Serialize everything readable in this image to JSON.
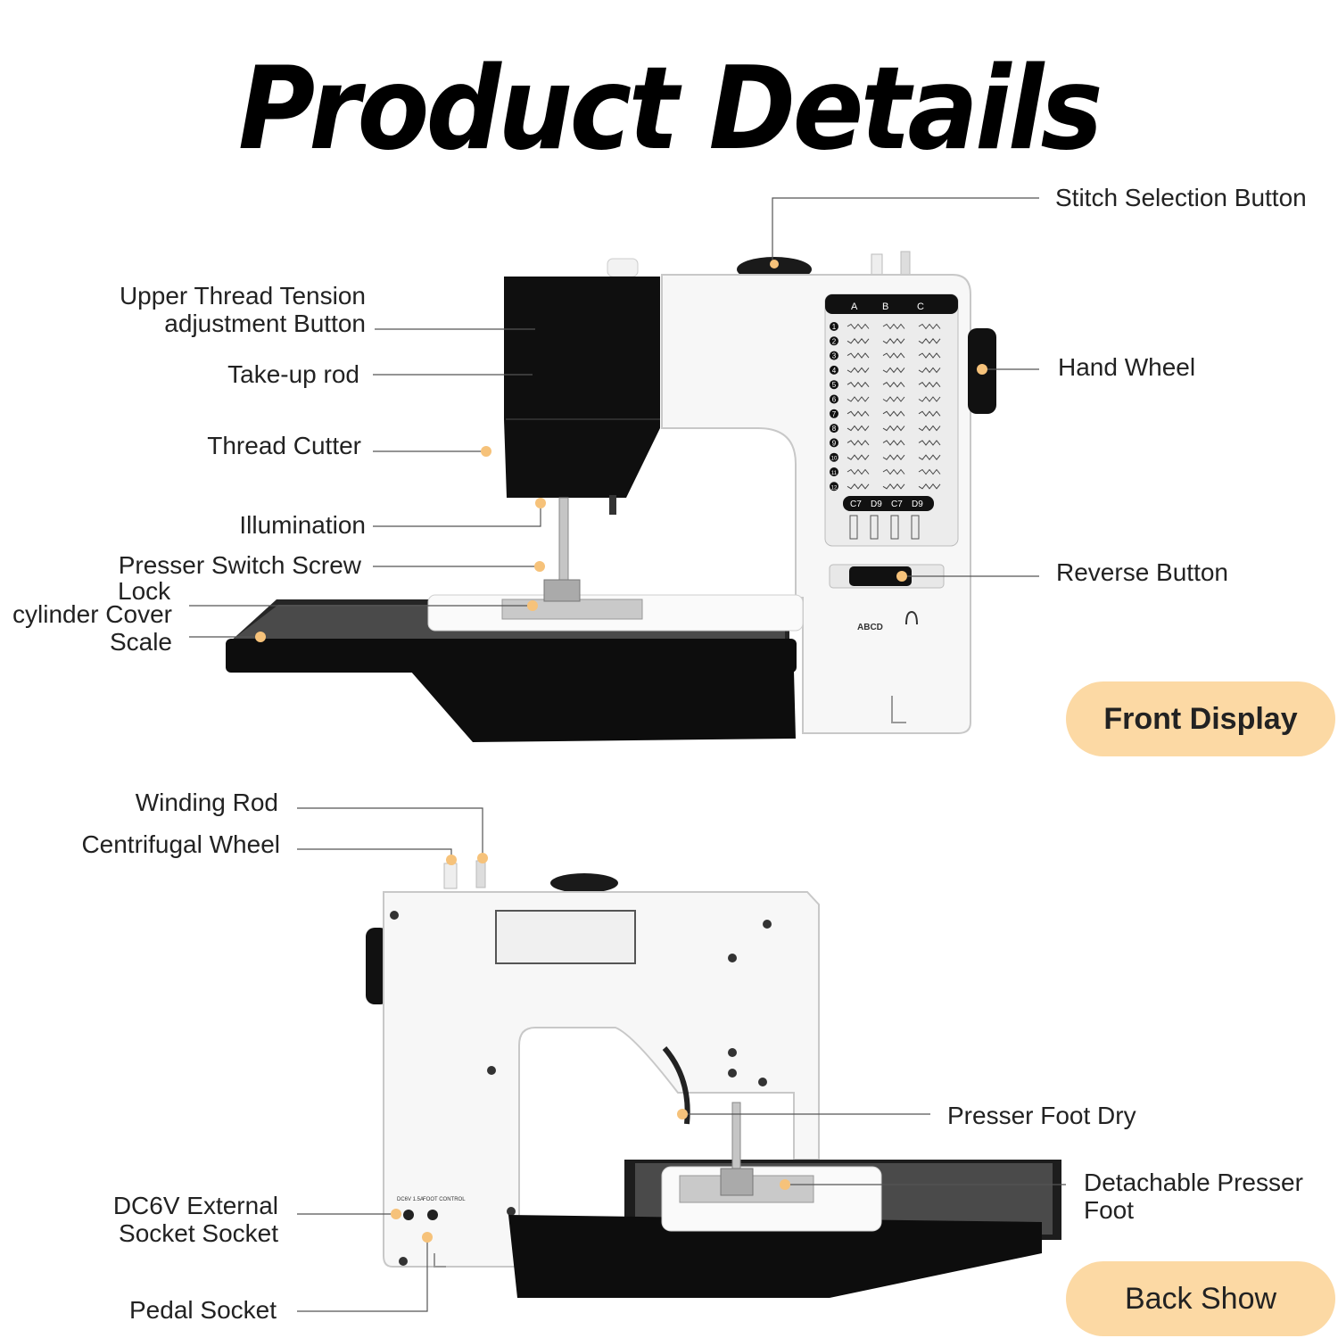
{
  "title": "Product Details",
  "front_labels": {
    "stitch_selection": "Stitch Selection Button",
    "upper_thread_1": "Upper Thread Tension",
    "upper_thread_2": "adjustment Button",
    "take_up_rod": "Take-up rod",
    "hand_wheel": "Hand Wheel",
    "thread_cutter": "Thread Cutter",
    "illumination": "Illumination",
    "presser_switch_screw": "Presser Switch Screw",
    "lock": "Lock",
    "cylinder_cover": "cylinder Cover",
    "scale": "Scale",
    "reverse_button": "Reverse Button"
  },
  "back_labels": {
    "winding_rod": "Winding Rod",
    "centrifugal_wheel": "Centrifugal Wheel",
    "presser_foot_dry": "Presser Foot Dry",
    "detachable_1": "Detachable Presser",
    "detachable_2": "Foot",
    "dc6v_1": "DC6V External",
    "dc6v_2": "Socket Socket",
    "pedal_socket": "Pedal Socket"
  },
  "badges": {
    "front": "Front Display",
    "back": "Back Show"
  },
  "stitch_panel": {
    "columns": [
      "A",
      "B",
      "C"
    ],
    "rows": [
      "1",
      "2",
      "3",
      "4",
      "5",
      "6",
      "7",
      "8",
      "9",
      "10",
      "11",
      "12"
    ],
    "footer": [
      "C7",
      "D9",
      "C7",
      "D9"
    ]
  },
  "machine_marks": {
    "front_abcd": "ABCD",
    "back_port_1": "DC6V 1.5A",
    "back_port_2": "FOOT CONTROL"
  },
  "colors": {
    "accent": "#fcd9a4",
    "marker": "#f6c27a",
    "machine_black": "#0f0f0f",
    "machine_white": "#f7f7f7"
  }
}
